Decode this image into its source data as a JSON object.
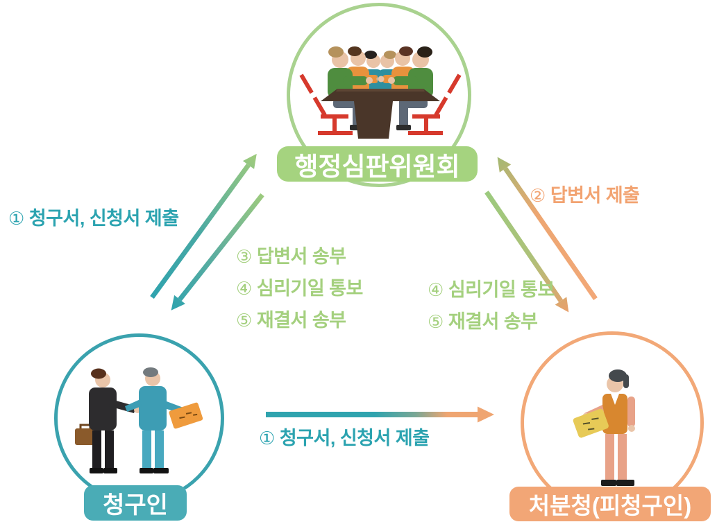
{
  "nodes": {
    "committee": {
      "label": "행정심판위원회"
    },
    "claimant": {
      "label": "청구인"
    },
    "respondent": {
      "label": "처분청(피청구인)"
    }
  },
  "flow_labels": {
    "claimant_to_committee": {
      "num": "①",
      "text": "청구서, 신청서 제출"
    },
    "respondent_to_committee": {
      "num": "②",
      "text": "답변서 제출"
    },
    "committee_to_claimant": [
      {
        "num": "③",
        "text": "답변서 송부"
      },
      {
        "num": "④",
        "text": "심리기일 통보"
      },
      {
        "num": "⑤",
        "text": "재결서 송부"
      }
    ],
    "committee_to_respondent": [
      {
        "num": "④",
        "text": "심리기일 통보"
      },
      {
        "num": "⑤",
        "text": "재결서 송부"
      }
    ],
    "claimant_to_respondent": {
      "num": "①",
      "text": "청구서, 신청서 제출"
    }
  },
  "colors": {
    "committee_green": "#a5d37f",
    "committee_border": "#a9d28f",
    "claimant_teal": "#4aacb6",
    "claimant_border": "#3aa2ae",
    "respondent_orange": "#f2a676",
    "respondent_border": "#f2a877",
    "green_text": "#a4d07e",
    "teal_text": "#2ba3b0",
    "orange_text": "#f2a371"
  },
  "icons": {
    "committee": "meeting-table-icon",
    "claimant": "handshake-businessmen-icon",
    "respondent": "official-with-document-icon"
  }
}
